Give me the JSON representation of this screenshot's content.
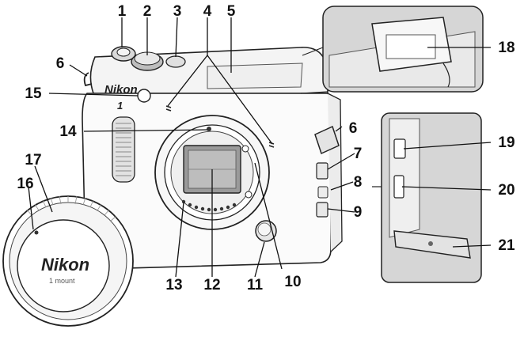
{
  "callouts": {
    "c1": "1",
    "c2": "2",
    "c3": "3",
    "c4": "4",
    "c5": "5",
    "c6a": "6",
    "c6b": "6",
    "c7": "7",
    "c8": "8",
    "c9": "9",
    "c10": "10",
    "c11": "11",
    "c12": "12",
    "c13": "13",
    "c14": "14",
    "c15": "15",
    "c16": "16",
    "c17": "17",
    "c18": "18",
    "c19": "19",
    "c20": "20",
    "c21": "21"
  },
  "camera": {
    "brand": "Nikon",
    "model": "1"
  },
  "body_cap": {
    "brand": "Nikon",
    "mount": "1 mount"
  }
}
